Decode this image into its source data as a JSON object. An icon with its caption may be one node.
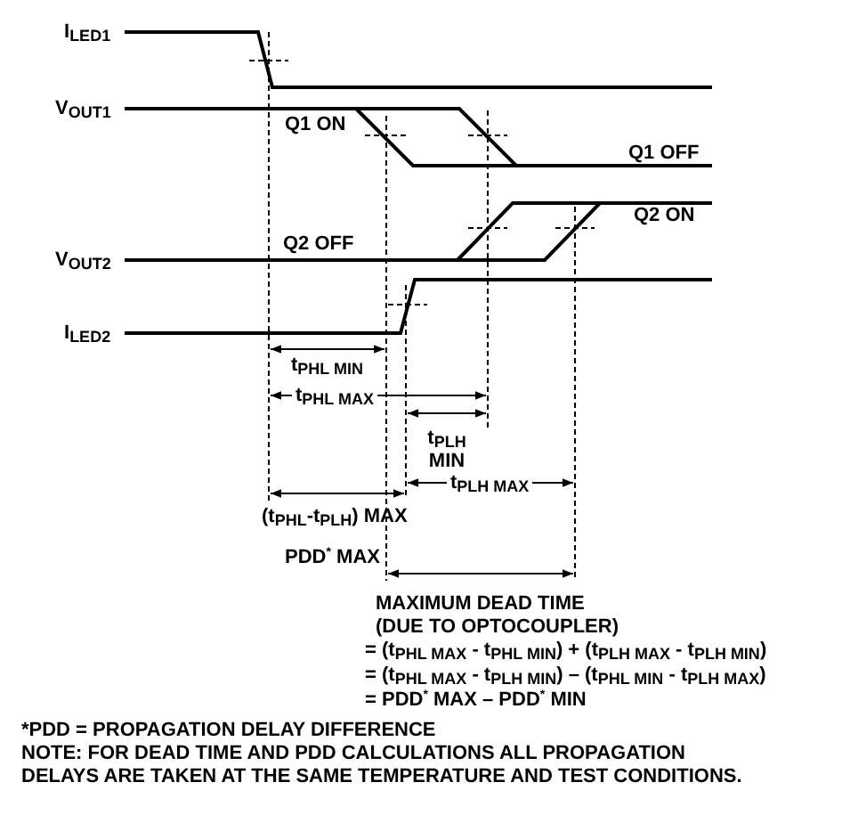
{
  "diagram": {
    "labels": [
      "I$_{LED1}$",
      "V$_{OUT1}$",
      "Q1 ON",
      "Q1 OFF",
      "Q2 ON",
      "Q2 OFF",
      "V$_{OUT2}$",
      "I$_{LED2}$",
      "t$_{PHL MIN}$",
      "t$_{PHL MAX}$",
      "t$_{PLH}$ MIN",
      "t$_{PLH MAX}$",
      "(t$_{PHL}$-t$_{PLH}$) MAX",
      "PDD$^{*}$ MAX",
      "MAXIMUM DEAD TIME (DUE TO OPTOCOUPLER)",
      "= (t$_{PHL MAX}$ - t$_{PHL MIN}$) + (t$_{PLH MAX}$ - t$_{PLH MIN}$)",
      "= (t$_{PHL MAX}$ - t$_{PLH MIN}$) – (t$_{PHL MIN}$ - t$_{PLH MAX}$)",
      "= PDD$^{*}$ MAX – PDD$^{*}$ MIN",
      "*PDD = PROPAGATION DELAY DIFFERENCE",
      "NOTE:  FOR DEAD TIME AND PDD CALCULATIONS ALL PROPAGATION DELAYS ARE TAKEN AT THE SAME TEMPERATURE AND TEST CONDITIONS."
    ]
  }
}
